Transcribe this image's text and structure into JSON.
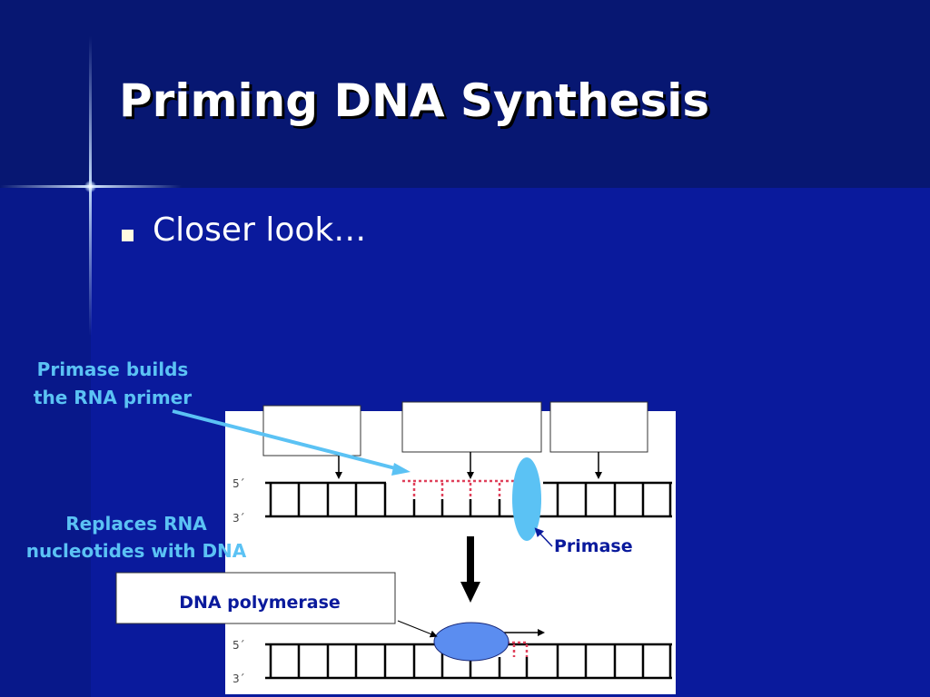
{
  "slide": {
    "title": "Priming DNA Synthesis",
    "bullet": "Closer look…"
  },
  "annotations": {
    "primase_builds_line1": "Primase builds",
    "primase_builds_line2": "the RNA primer",
    "replaces_line1": "Replaces RNA",
    "replaces_line2": "nucleotides with DNA"
  },
  "diagram": {
    "strand_top_5": "5´",
    "strand_top_3": "3´",
    "strand_bottom_5": "5´",
    "strand_bottom_3": "3´",
    "primase_label": "Primase",
    "dna_polymerase_label": "DNA polymerase"
  },
  "colors": {
    "background": "#0a1a9c",
    "title_band": "#071772",
    "annotation_text": "#5bc2f4",
    "primase_oval": "#5bc2f4",
    "polymerase_oval": "#5b8df0",
    "rna_primer": "#e0405a",
    "label_text": "#0a1a9c"
  }
}
